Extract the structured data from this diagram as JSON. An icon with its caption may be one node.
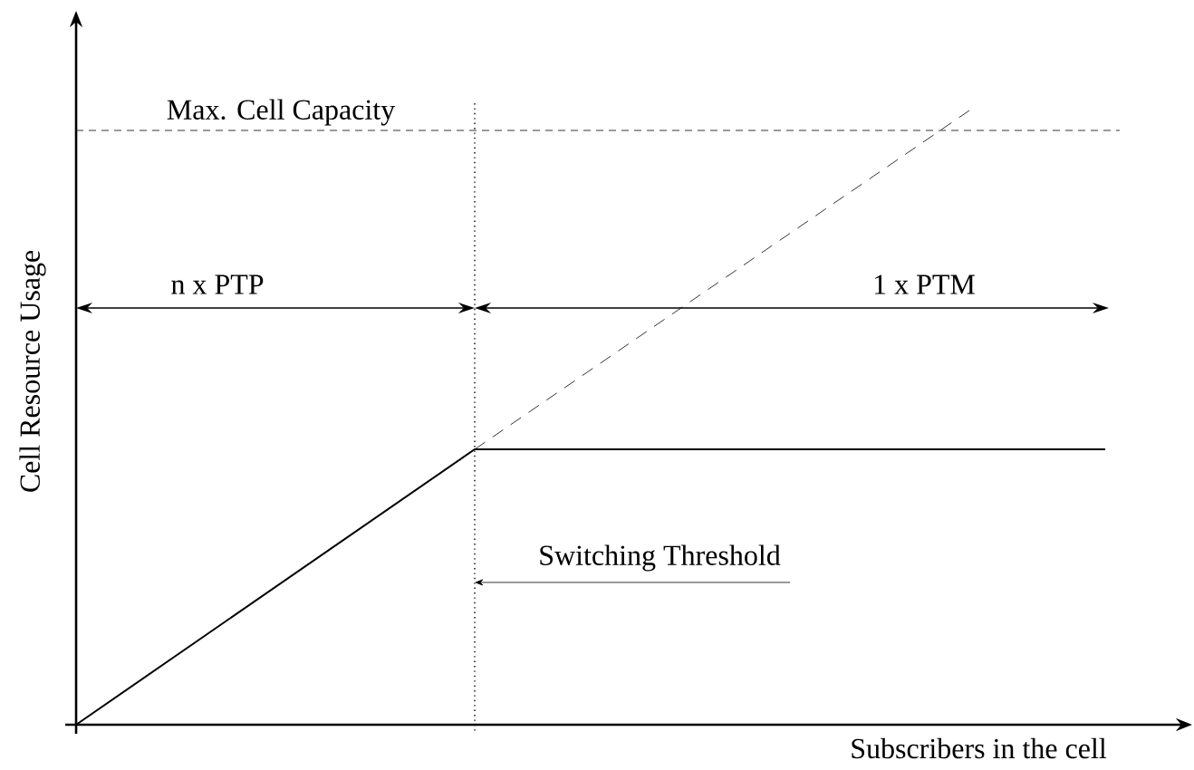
{
  "diagram": {
    "nodes": [
      {
        "text": [
          "Switching Threshold"
        ]
      },
      {
        "text": [],
        "shape": "line"
      }
    ],
    "edges": [
      {
        "from": 0,
        "to": 1,
        "arrow": "to"
      }
    ],
    "labels": [
      "Max. Cell Capacity",
      "n x PTP",
      "1 x PTM",
      "Cell Resource Usage",
      "Subscribers in the cell"
    ]
  }
}
